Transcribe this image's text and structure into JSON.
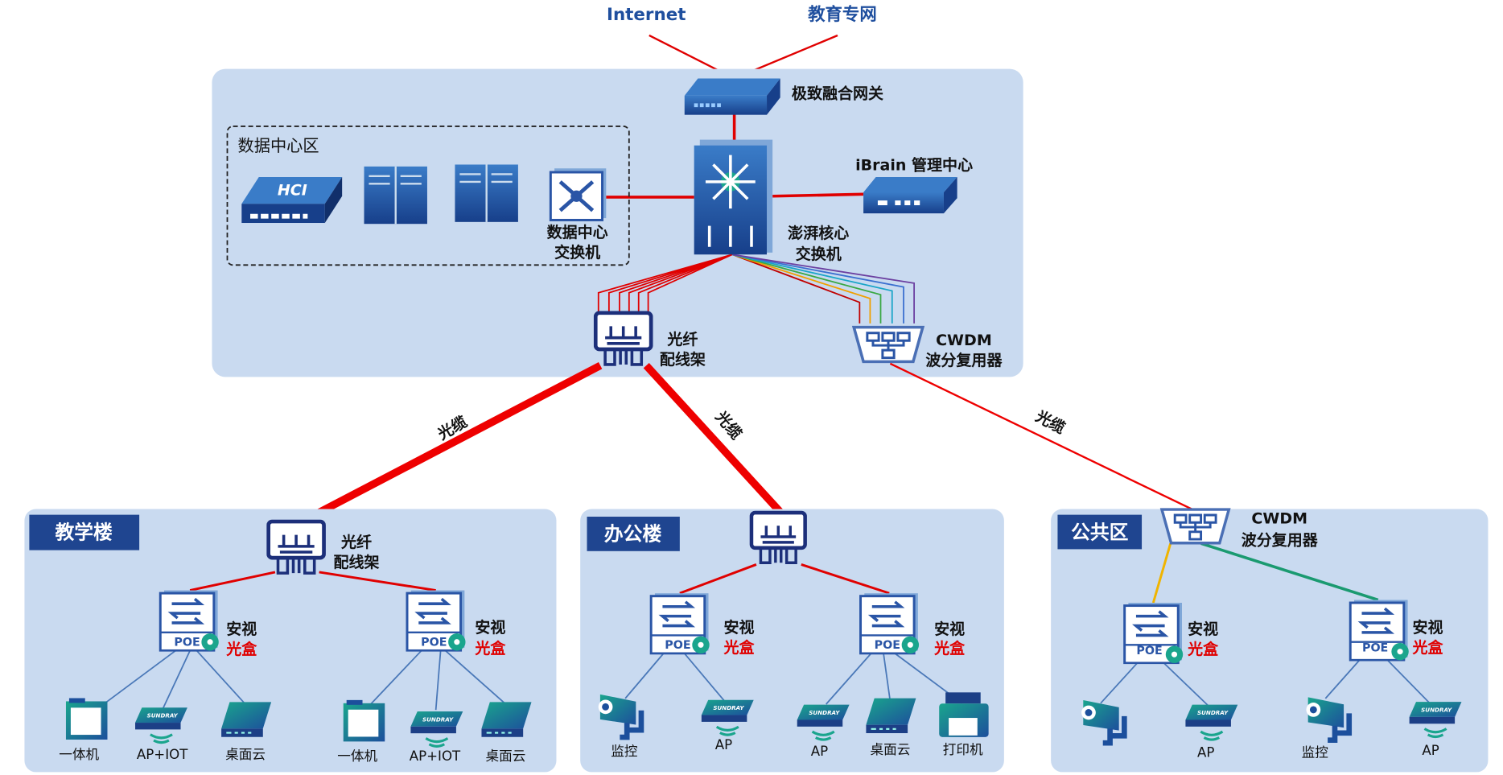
{
  "colors": {
    "zone_bg": "#c9daf0",
    "building_label_bg": "#1f4590",
    "link": "#e00000",
    "device_blue": "#1f5fa8",
    "teal": "#1aa58d"
  },
  "top": {
    "internet": "Internet",
    "edu_net": "教育专网",
    "gateway": "极致融合网关",
    "ibrain": "iBrain 管理中心",
    "core_switch": [
      "澎湃核心",
      "交换机"
    ],
    "dc_zone": "数据中心区",
    "hci": "HCI",
    "dc_switch": [
      "数据中心",
      "交换机"
    ],
    "patch_panel": [
      "光纤",
      "配线架"
    ],
    "cwdm": [
      "CWDM",
      "波分复用器"
    ]
  },
  "cables": [
    "光缆",
    "光缆",
    "光缆"
  ],
  "buildings": [
    {
      "name": "教学楼",
      "panel": [
        "光纤",
        "配线架"
      ],
      "boxes": [
        {
          "title": "安视",
          "sub": "光盒",
          "poe": "POE",
          "devices": [
            "一体机",
            "AP+IOT",
            "桌面云"
          ]
        },
        {
          "title": "安视",
          "sub": "光盒",
          "poe": "POE",
          "devices": [
            "一体机",
            "AP+IOT",
            "桌面云"
          ]
        }
      ]
    },
    {
      "name": "办公楼",
      "boxes": [
        {
          "title": "安视",
          "sub": "光盒",
          "poe": "POE",
          "devices": [
            "监控",
            "AP"
          ]
        },
        {
          "title": "安视",
          "sub": "光盒",
          "poe": "POE",
          "devices": [
            "AP",
            "桌面云",
            "打印机"
          ]
        }
      ]
    },
    {
      "name": "公共区",
      "cwdm": [
        "CWDM",
        "波分复用器"
      ],
      "boxes": [
        {
          "title": "安视",
          "sub": "光盒",
          "poe": "POE",
          "devices": [
            "",
            "AP"
          ]
        },
        {
          "title": "安视",
          "sub": "光盒",
          "poe": "POE",
          "devices": [
            "监控",
            "AP"
          ]
        }
      ]
    }
  ],
  "ap_brand": "SUNDRAY"
}
